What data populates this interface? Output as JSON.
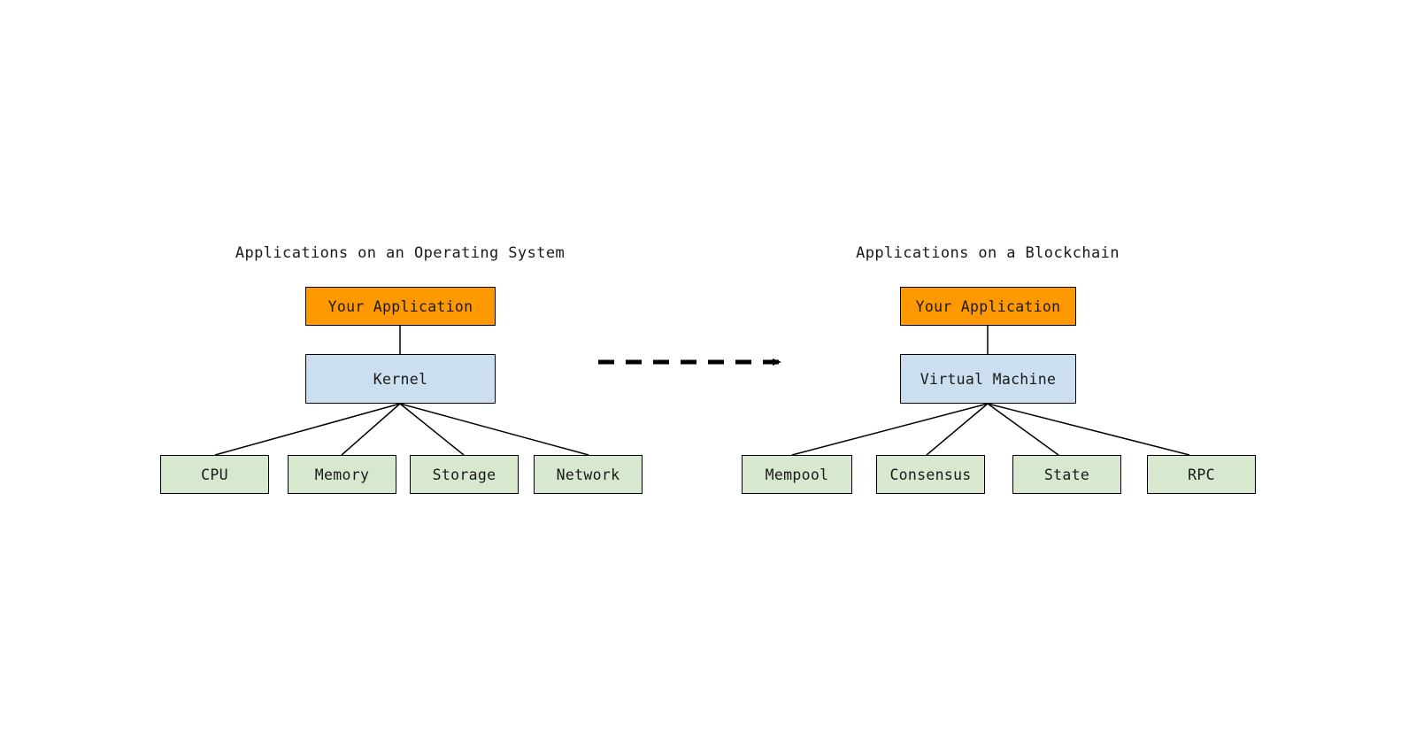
{
  "diagram": {
    "type": "comparison-hierarchy",
    "background_color": "#ffffff",
    "palette": {
      "application": "#FF9901",
      "layer": "#CCDFF0",
      "resource": "#D7E8CE",
      "stroke": "#000000",
      "text": "#1a1a1a"
    },
    "panels": [
      {
        "id": "operating-system",
        "title": "Applications on an Operating System",
        "application": "Your Application",
        "layer": "Kernel",
        "resources": [
          "CPU",
          "Memory",
          "Storage",
          "Network"
        ]
      },
      {
        "id": "blockchain",
        "title": "Applications on a Blockchain",
        "application": "Your Application",
        "layer": "Virtual Machine",
        "resources": [
          "Mempool",
          "Consensus",
          "State",
          "RPC"
        ]
      }
    ],
    "transition": {
      "name": "dashed-arrow",
      "style": "dashed",
      "direction": "right",
      "label": ""
    }
  }
}
